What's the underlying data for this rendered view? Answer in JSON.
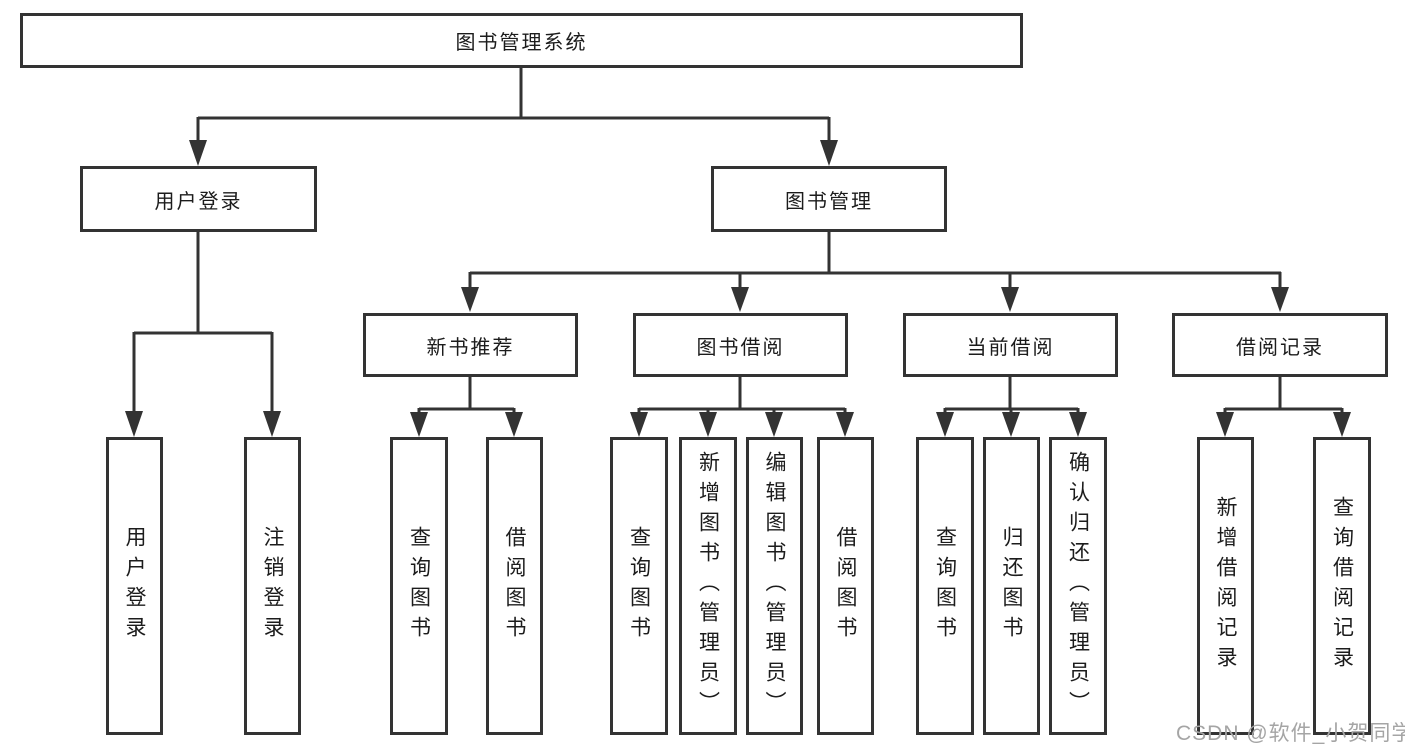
{
  "tree": {
    "root": {
      "label": "图书管理系统",
      "children": [
        {
          "label": "用户登录",
          "children": [
            {
              "label": "用户登录"
            },
            {
              "label": "注销登录"
            }
          ]
        },
        {
          "label": "图书管理",
          "children": [
            {
              "label": "新书推荐",
              "children": [
                {
                  "label": "查询图书"
                },
                {
                  "label": "借阅图书"
                }
              ]
            },
            {
              "label": "图书借阅",
              "children": [
                {
                  "label": "查询图书"
                },
                {
                  "label": "新增图书（管理员）"
                },
                {
                  "label": "编辑图书（管理员）"
                },
                {
                  "label": "借阅图书"
                }
              ]
            },
            {
              "label": "当前借阅",
              "children": [
                {
                  "label": "查询图书"
                },
                {
                  "label": "归还图书"
                },
                {
                  "label": "确认归还（管理员）"
                }
              ]
            },
            {
              "label": "借阅记录",
              "children": [
                {
                  "label": "新增借阅记录"
                },
                {
                  "label": "查询借阅记录"
                }
              ]
            }
          ]
        }
      ]
    }
  },
  "watermark": {
    "text": "CSDN @软件_小贺同学"
  },
  "colors": {
    "line": "#333333",
    "text": "#1c1c1c",
    "watermark": "#a5a5a5",
    "background": "#ffffff"
  }
}
